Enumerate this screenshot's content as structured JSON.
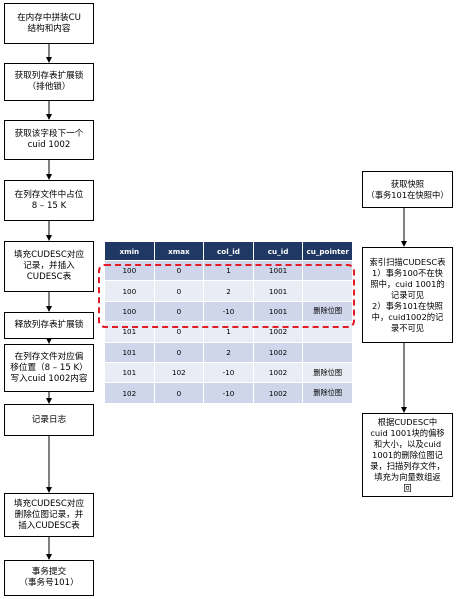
{
  "flow": {
    "steps": [
      "在内存中拼装CU\n结构和内容",
      "获取列存表扩展锁\n（排他锁）",
      "获取该字段下一个\ncuid 1002",
      "在列存文件中占位\n8 – 15 K",
      "填充CUDESC对应\n记录，并插入\nCUDESC表",
      "释放列存表扩展锁",
      "在列存文件对应偏\n移位置（8 – 15 K）\n写入cuid 1002内容",
      "记录日志",
      "填充CUDESC对应\n删除位图记录，并\n插入CUDESC表",
      "事务提交\n（事务号101）"
    ]
  },
  "right": {
    "snapshot": "获取快照\n（事务101在快照中）",
    "scan": "索引扫描CUDESC表\n1）事务100不在快\n照中，cuid 1001的\n记录可见\n2）事务101在快照\n中，cuid1002的记\n录不可见",
    "read": "根据CUDESC中\ncuid 1001块的偏移\n和大小，以及cuid\n1001的删除位图记\n录，扫描列存文件，\n填充为向量数组返\n回"
  },
  "table": {
    "headers": [
      "xmin",
      "xmax",
      "col_id",
      "cu_id",
      "cu_pointer"
    ],
    "rows": [
      [
        "100",
        "0",
        "1",
        "1001",
        ""
      ],
      [
        "100",
        "0",
        "2",
        "1001",
        ""
      ],
      [
        "100",
        "0",
        "-10",
        "1001",
        "删除位图"
      ],
      [
        "101",
        "0",
        "1",
        "1002",
        ""
      ],
      [
        "101",
        "0",
        "2",
        "1002",
        ""
      ],
      [
        "101",
        "102",
        "-10",
        "1002",
        "删除位图"
      ],
      [
        "102",
        "0",
        "-10",
        "1002",
        "删除位图"
      ]
    ],
    "highlighted_rows": 3,
    "highlight_color": "#e31b23",
    "header_color": "#1f3864",
    "row_colors": [
      "#cfd5ea",
      "#e9ebf5"
    ]
  }
}
